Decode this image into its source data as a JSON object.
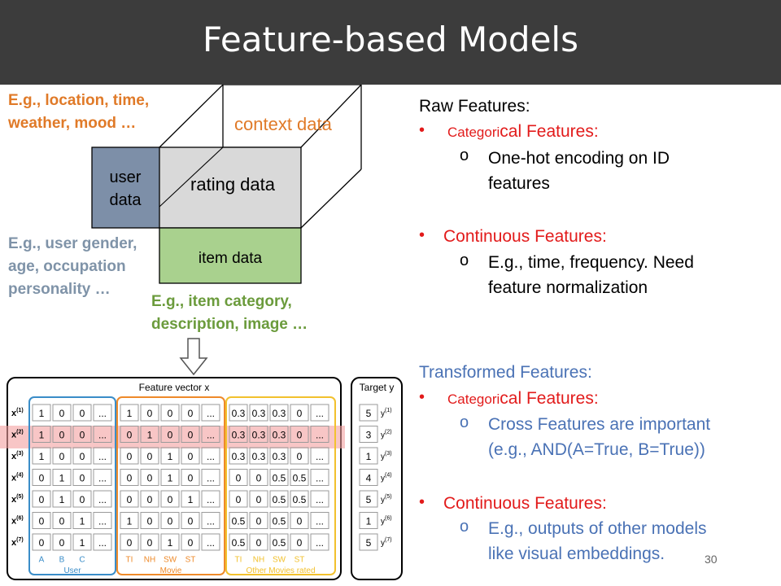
{
  "title": "Feature-based Models",
  "cube": {
    "context_label": "context data",
    "user_label_1": "user",
    "user_label_2": "data",
    "rating_label": "rating data",
    "item_label": "item data",
    "context_example_1": "E.g., location, time,",
    "context_example_2": "weather, mood …",
    "user_example_1": "E.g., user gender,",
    "user_example_2": "age, occupation",
    "user_example_3": "personality …",
    "item_example_1": "E.g., item category,",
    "item_example_2": "description, image …",
    "colors": {
      "user": "#7d8fa8",
      "rating": "#d9d9d9",
      "item": "#a9d18e"
    }
  },
  "feature_table": {
    "title": "Feature vector x",
    "target_title": "Target y",
    "row_labels": [
      "x(1)",
      "x(2)",
      "x(3)",
      "x(4)",
      "x(5)",
      "x(6)",
      "x(7)"
    ],
    "user_cols": [
      "A",
      "B",
      "C",
      "..."
    ],
    "movie_cols": [
      "TI",
      "NH",
      "SW",
      "ST",
      "..."
    ],
    "other_cols": [
      "TI",
      "NH",
      "SW",
      "ST",
      "..."
    ],
    "group_user": "User",
    "group_movie": "Movie",
    "group_other": "Other Movies rated",
    "rows": [
      {
        "user": [
          "1",
          "0",
          "0",
          "..."
        ],
        "movie": [
          "1",
          "0",
          "0",
          "0",
          "..."
        ],
        "other": [
          "0.3",
          "0.3",
          "0.3",
          "0",
          "..."
        ],
        "target": "5",
        "y": "y(1)"
      },
      {
        "user": [
          "1",
          "0",
          "0",
          "..."
        ],
        "movie": [
          "0",
          "1",
          "0",
          "0",
          "..."
        ],
        "other": [
          "0.3",
          "0.3",
          "0.3",
          "0",
          "..."
        ],
        "target": "3",
        "y": "y(2)"
      },
      {
        "user": [
          "1",
          "0",
          "0",
          "..."
        ],
        "movie": [
          "0",
          "0",
          "1",
          "0",
          "..."
        ],
        "other": [
          "0.3",
          "0.3",
          "0.3",
          "0",
          "..."
        ],
        "target": "1",
        "y": "y(3)"
      },
      {
        "user": [
          "0",
          "1",
          "0",
          "..."
        ],
        "movie": [
          "0",
          "0",
          "1",
          "0",
          "..."
        ],
        "other": [
          "0",
          "0",
          "0.5",
          "0.5",
          "..."
        ],
        "target": "4",
        "y": "y(4)"
      },
      {
        "user": [
          "0",
          "1",
          "0",
          "..."
        ],
        "movie": [
          "0",
          "0",
          "0",
          "1",
          "..."
        ],
        "other": [
          "0",
          "0",
          "0.5",
          "0.5",
          "..."
        ],
        "target": "5",
        "y": "y(5)"
      },
      {
        "user": [
          "0",
          "0",
          "1",
          "..."
        ],
        "movie": [
          "1",
          "0",
          "0",
          "0",
          "..."
        ],
        "other": [
          "0.5",
          "0",
          "0.5",
          "0",
          "..."
        ],
        "target": "1",
        "y": "y(6)"
      },
      {
        "user": [
          "0",
          "0",
          "1",
          "..."
        ],
        "movie": [
          "0",
          "0",
          "1",
          "0",
          "..."
        ],
        "other": [
          "0.5",
          "0",
          "0.5",
          "0",
          "..."
        ],
        "target": "5",
        "y": "y(7)"
      }
    ],
    "highlight_row": "x(2)"
  },
  "raw": {
    "heading": "Raw Features:",
    "cat_small": "Categori",
    "cat_rest": "cal Features:",
    "cat_item_1": "One-hot encoding on ID",
    "cat_item_2": "features",
    "cont": "Continuous Features:",
    "cont_item_1": "E.g., time, frequency. Need",
    "cont_item_2": "feature normalization"
  },
  "transformed": {
    "heading": "Transformed Features:",
    "cat_small": "Categori",
    "cat_rest": "cal Features:",
    "cat_item_1": "Cross Features are important",
    "cat_item_2": "(e.g., AND(A=True, B=True))",
    "cont": "Continuous Features:",
    "cont_item_1": "E.g., outputs of other models",
    "cont_item_2": "like visual embeddings."
  },
  "bullets": {
    "dot": "•",
    "sub": "o"
  },
  "page_number": "30"
}
